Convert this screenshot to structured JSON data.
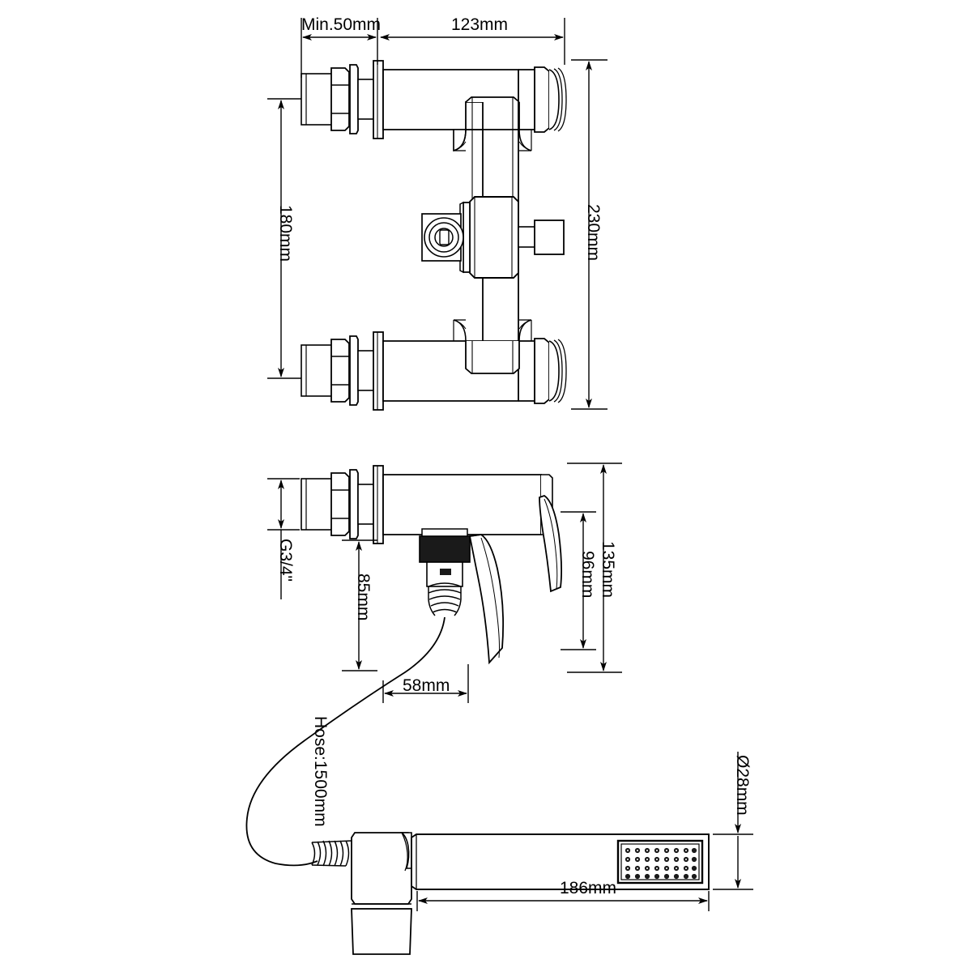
{
  "document": {
    "kind": "technical-drawing",
    "subject": "Wall-mounted bath shower mixer valve with handset",
    "line_color": "#000000",
    "background_color": "#ffffff",
    "fill_color": "#ffffff",
    "accent_dark": "#1a1a1a"
  },
  "views": [
    {
      "id": "top-view",
      "name": "top-view-mixer-valve",
      "description": "Plan view of wall mounted mixer valve body with two inlet unions, diverter spindle and handle stub"
    },
    {
      "id": "front-view",
      "name": "front-view-mixer-valve",
      "description": "Front elevation of mixer valve with lever handle and hose outlet"
    },
    {
      "id": "handset-view",
      "name": "shower-handset-view",
      "description": "Shower handset connected to flexible hose"
    }
  ],
  "dimensions": {
    "min_inlet": "Min.50mm",
    "body_length": "123mm",
    "inlet_centres": "180mm",
    "overall_width": "230mm",
    "thread": "G3/4\"",
    "outlet_height": "85mm",
    "outlet_offset": "58mm",
    "handle_height": "96mm",
    "overall_height": "135mm",
    "hose_length": "Hose:1500mm",
    "handset_diameter": "Ø28mm",
    "handset_length": "186mm"
  },
  "handset": {
    "face_hole_columns": 8,
    "face_hole_rows": 4
  }
}
